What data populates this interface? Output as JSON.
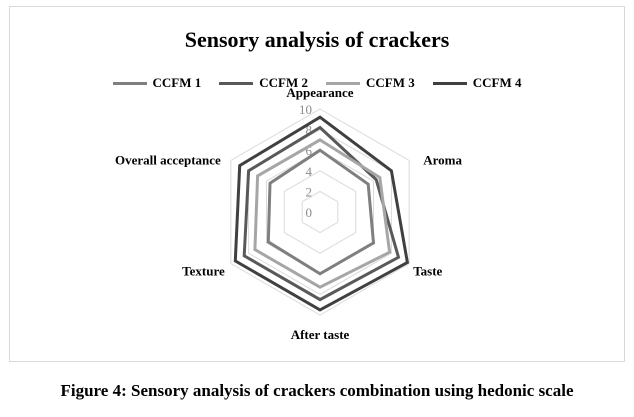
{
  "chart_data": {
    "type": "radar",
    "title": "Sensory analysis of crackers",
    "axes": [
      "Appearance",
      "Aroma",
      "Taste",
      "After taste",
      "Texture",
      "Overall acceptance"
    ],
    "ticks": [
      "0",
      "2",
      "4",
      "6",
      "8",
      "10"
    ],
    "rlim": [
      0,
      10
    ],
    "grid": true,
    "legend_position": "top",
    "series": [
      {
        "name": "CCFM 1",
        "color": "#7f7f7f",
        "values": [
          6.0,
          5.4,
          6.0,
          6.0,
          5.8,
          5.6
        ]
      },
      {
        "name": "CCFM 2",
        "color": "#595959",
        "values": [
          8.2,
          6.3,
          8.8,
          8.5,
          8.5,
          8.0
        ]
      },
      {
        "name": "CCFM 3",
        "color": "#a6a6a6",
        "values": [
          7.0,
          6.7,
          7.8,
          7.3,
          7.3,
          7.0
        ]
      },
      {
        "name": "CCFM 4",
        "color": "#404040",
        "values": [
          9.2,
          8.0,
          9.8,
          9.5,
          9.5,
          9.0
        ]
      }
    ]
  },
  "caption": "Figure 4: Sensory analysis of crackers combination using hedonic scale"
}
